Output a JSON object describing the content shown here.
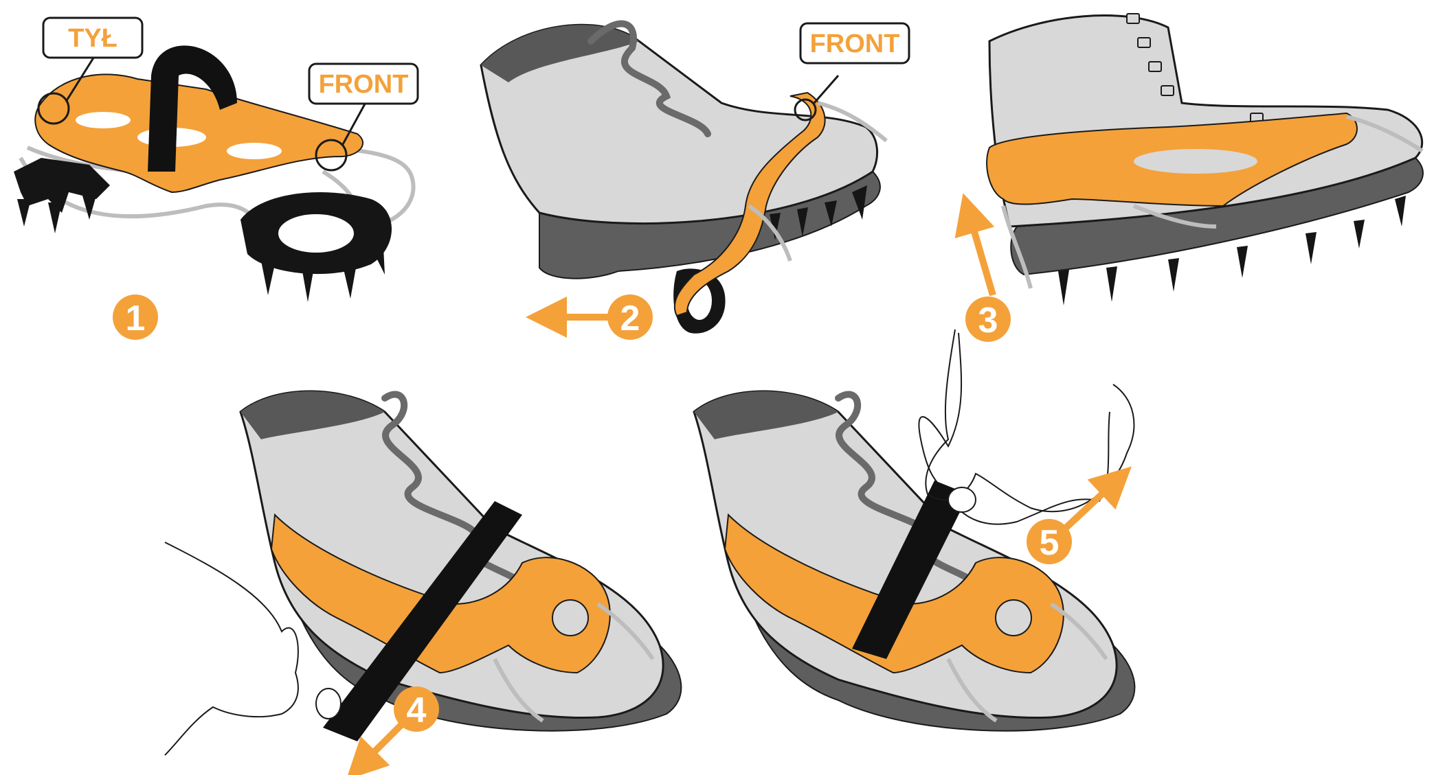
{
  "colors": {
    "accent": "#F4A13A",
    "boot_upper": "#D8D8D8",
    "boot_collar": "#585858",
    "boot_sole": "#5E5E5E",
    "outline": "#1A1A1A",
    "chain": "#BDBDBD",
    "strap": "#111111"
  },
  "labels": {
    "back": "TYŁ",
    "front_panel1": "FRONT",
    "front_panel2": "FRONT"
  },
  "steps": {
    "s1": "1",
    "s2": "2",
    "s3": "3",
    "s4": "4",
    "s5": "5"
  },
  "icons": {
    "arrow": "arrow-icon",
    "crampon": "crampon-icon",
    "boot": "boot-icon",
    "hand": "hand-icon"
  }
}
